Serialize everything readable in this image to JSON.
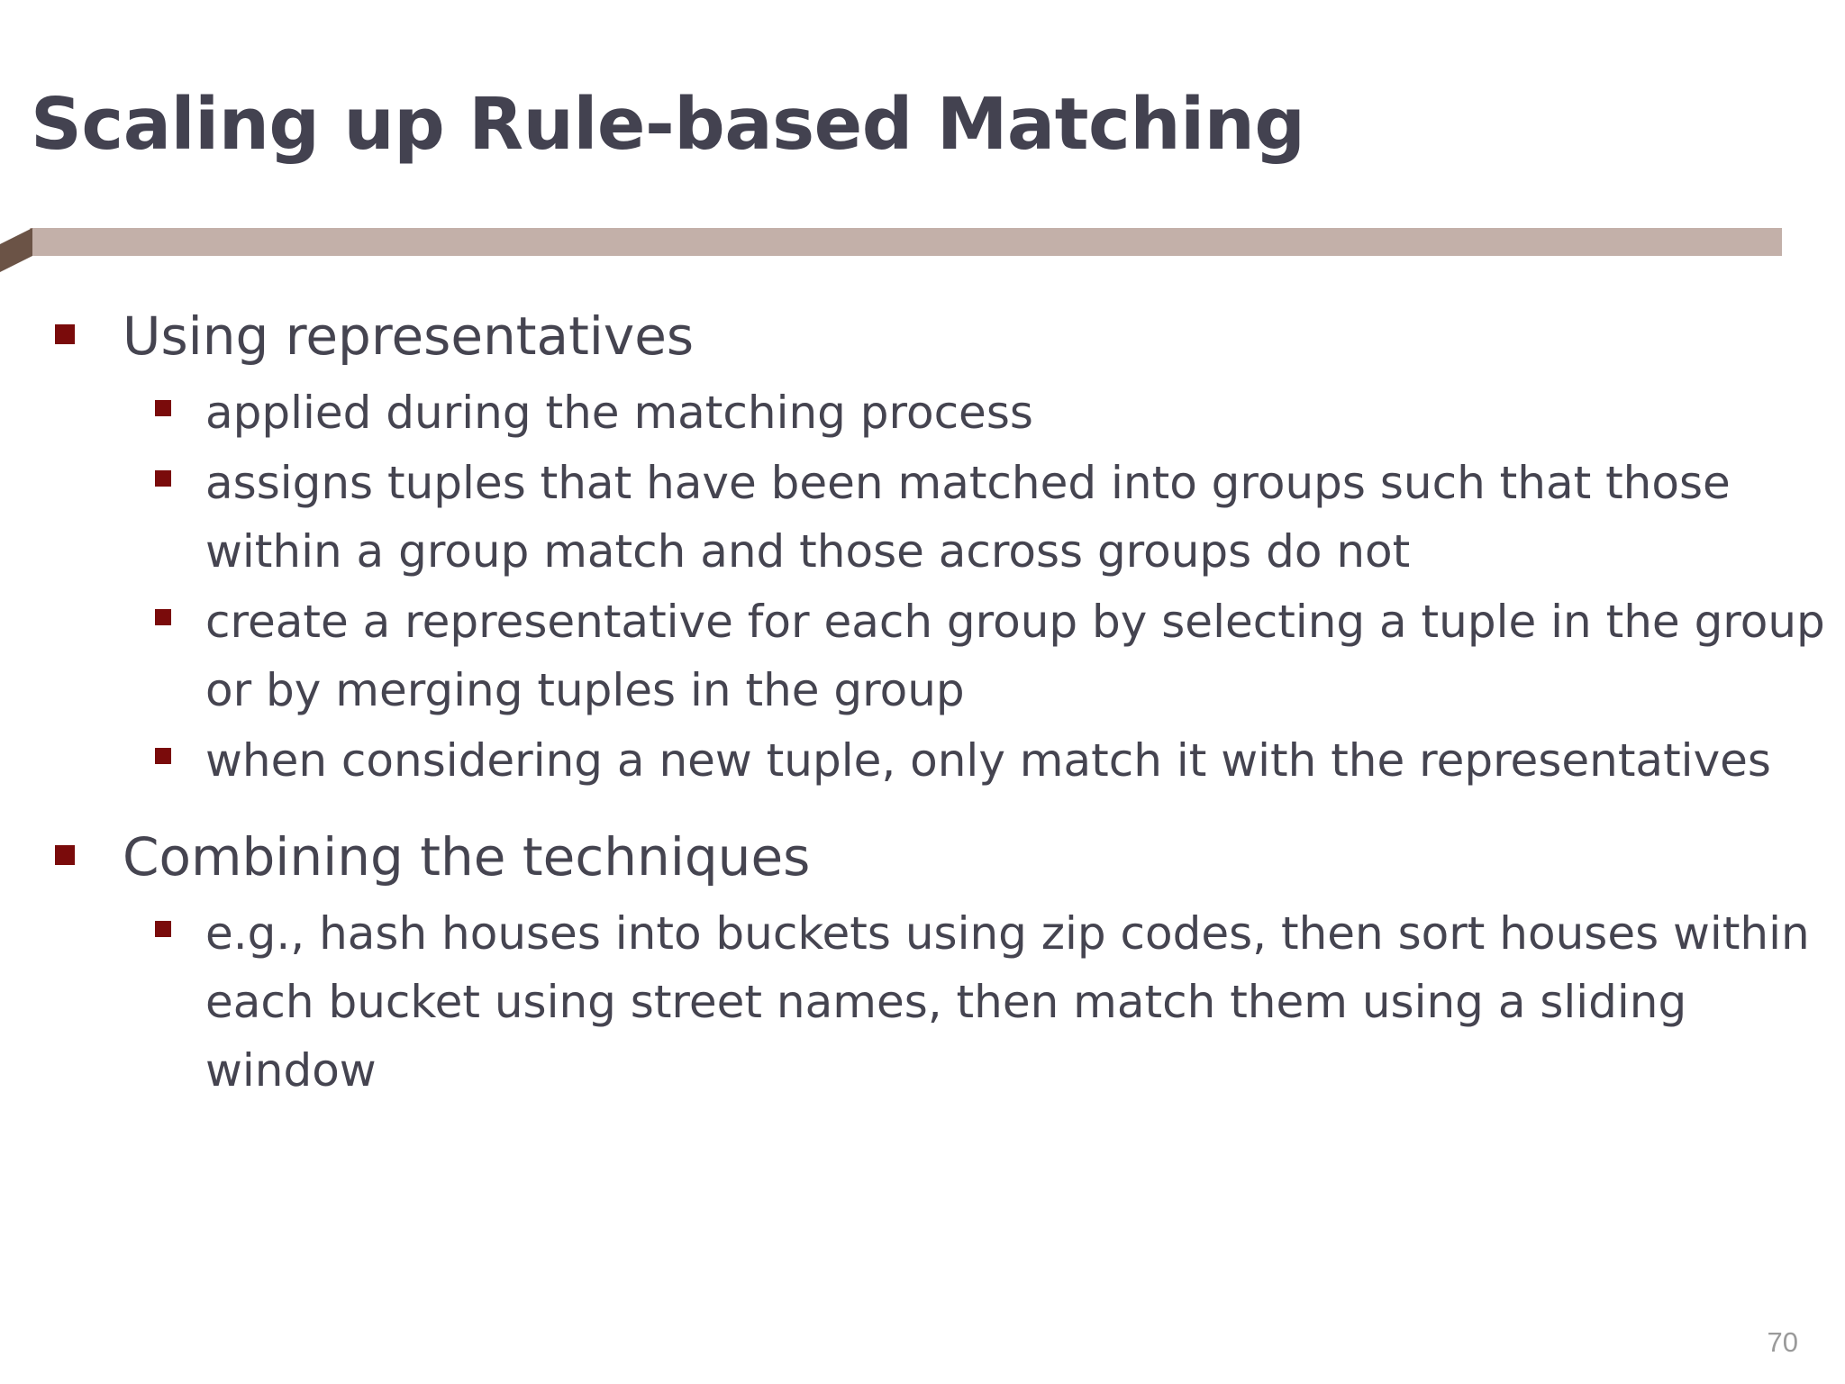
{
  "slide": {
    "title": "Scaling up Rule-based Matching",
    "page_number": "70",
    "colors": {
      "title": "#434250",
      "body_text": "#454450",
      "bullet_marker": "#7a0b0b",
      "divider_bar": "#c3b0a9",
      "divider_flap": "#6b5346",
      "page_number": "#9a9a9a",
      "background": "#ffffff"
    },
    "content": [
      {
        "level": 1,
        "text": "Using representatives"
      },
      {
        "level": 2,
        "text": "applied during the matching process"
      },
      {
        "level": 2,
        "text": "assigns tuples that have been matched into groups such that those within a group match and those across groups do not"
      },
      {
        "level": 2,
        "text": "create a representative for each group by selecting a tuple in the group or by merging tuples in the group"
      },
      {
        "level": 2,
        "text": "when considering a new tuple, only match it with the representatives"
      },
      {
        "level": 1,
        "text": "Combining the techniques"
      },
      {
        "level": 2,
        "text": "e.g., hash houses into buckets using zip codes, then sort houses within each bucket using street names, then match them using a sliding window"
      }
    ]
  }
}
